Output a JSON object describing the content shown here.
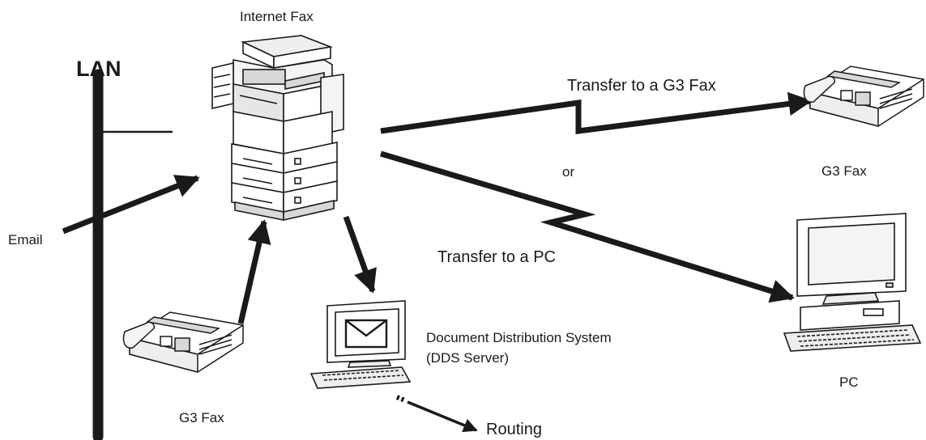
{
  "labels": {
    "internet_fax": "Internet Fax",
    "lan": "LAN",
    "email": "Email",
    "g3_fax_sender": "G3 Fax",
    "transfer_g3": "Transfer to a G3 Fax",
    "or": "or",
    "g3_fax_receiver": "G3 Fax",
    "transfer_pc": "Transfer to a PC",
    "pc": "PC",
    "dds_line1": "Document Distribution System",
    "dds_line2": "(DDS Server)",
    "routing": "Routing"
  },
  "icons": {
    "internet_fax": "multifunction-printer-icon",
    "g3_fax": "fax-machine-icon",
    "pc": "desktop-computer-icon",
    "dds": "computer-with-envelope-icon"
  },
  "colors": {
    "line": "#1a1a1a",
    "device_fill": "#ffffff",
    "device_shade": "#d8d8d8"
  }
}
